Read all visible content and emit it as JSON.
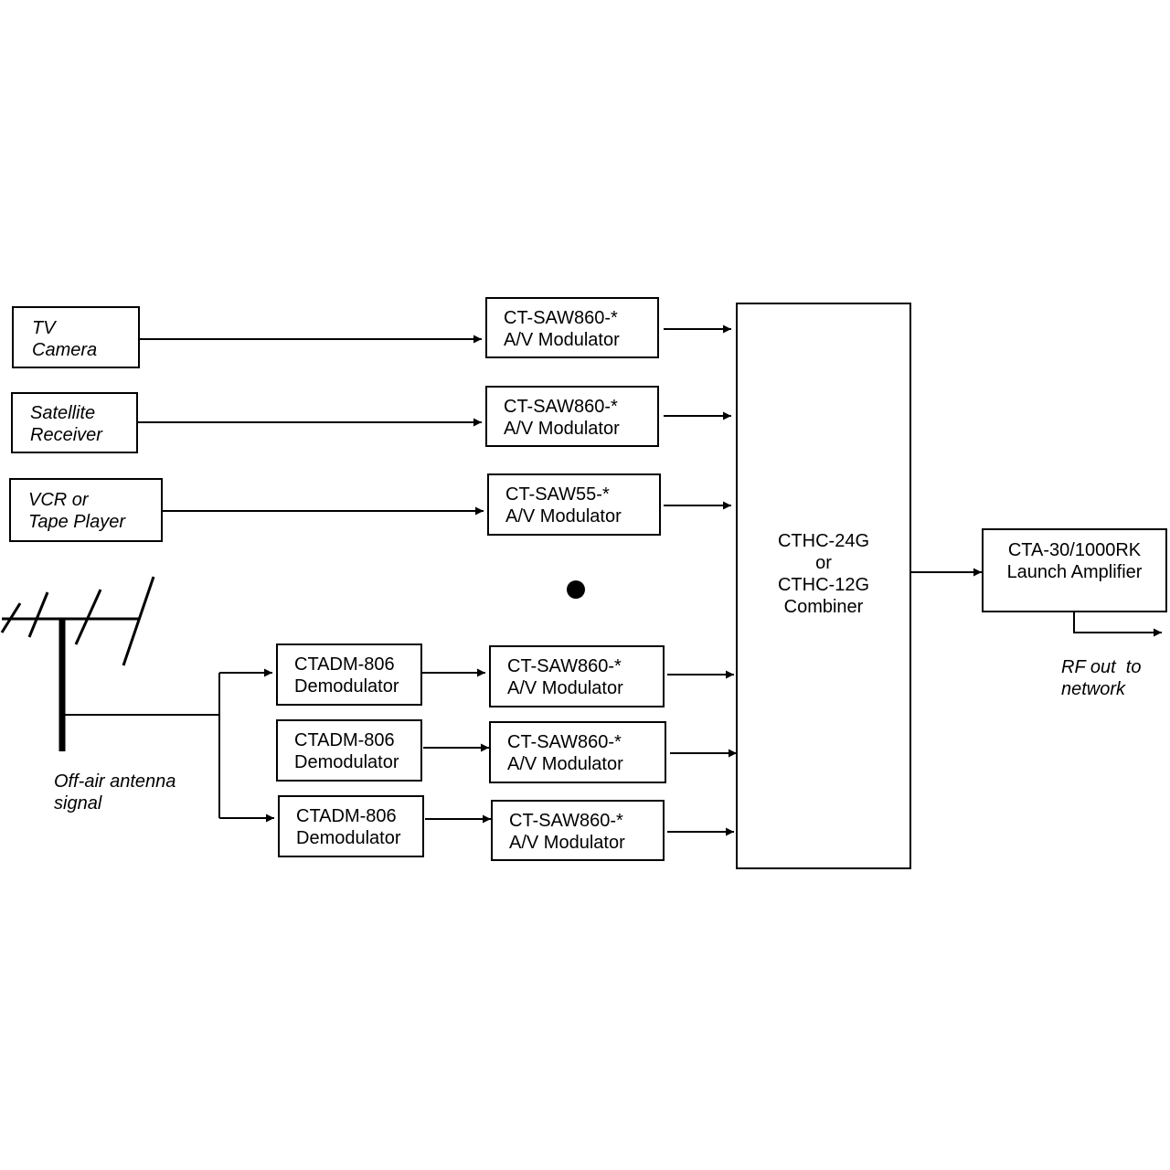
{
  "sources": [
    {
      "line1": "TV",
      "line2": "Camera"
    },
    {
      "line1": "Satellite",
      "line2": "Receiver"
    },
    {
      "line1": "VCR or",
      "line2": "Tape Player"
    }
  ],
  "modulators": [
    {
      "line1": "CT-SAW860-*",
      "line2": "A/V Modulator"
    },
    {
      "line1": "CT-SAW860-*",
      "line2": "A/V Modulator"
    },
    {
      "line1": "CT-SAW55-*",
      "line2": "A/V Modulator"
    },
    {
      "line1": "CT-SAW860-*",
      "line2": "A/V Modulator"
    },
    {
      "line1": "CT-SAW860-*",
      "line2": "A/V Modulator"
    },
    {
      "line1": "CT-SAW860-*",
      "line2": "A/V Modulator"
    }
  ],
  "demodulators": [
    {
      "line1": "CTADM-806",
      "line2": "Demodulator"
    },
    {
      "line1": "CTADM-806",
      "line2": "Demodulator"
    },
    {
      "line1": "CTADM-806",
      "line2": "Demodulator"
    }
  ],
  "combiner": {
    "line1": "CTHC-24G",
    "line2": "or",
    "line3": "CTHC-12G",
    "line4": "Combiner"
  },
  "amplifier": {
    "line1": "CTA-30/1000RK",
    "line2": "Launch Amplifier"
  },
  "rf_out": {
    "line1": "RF out  to",
    "line2": "network"
  },
  "antenna": {
    "line1": "Off-air antenna",
    "line2": "signal"
  }
}
